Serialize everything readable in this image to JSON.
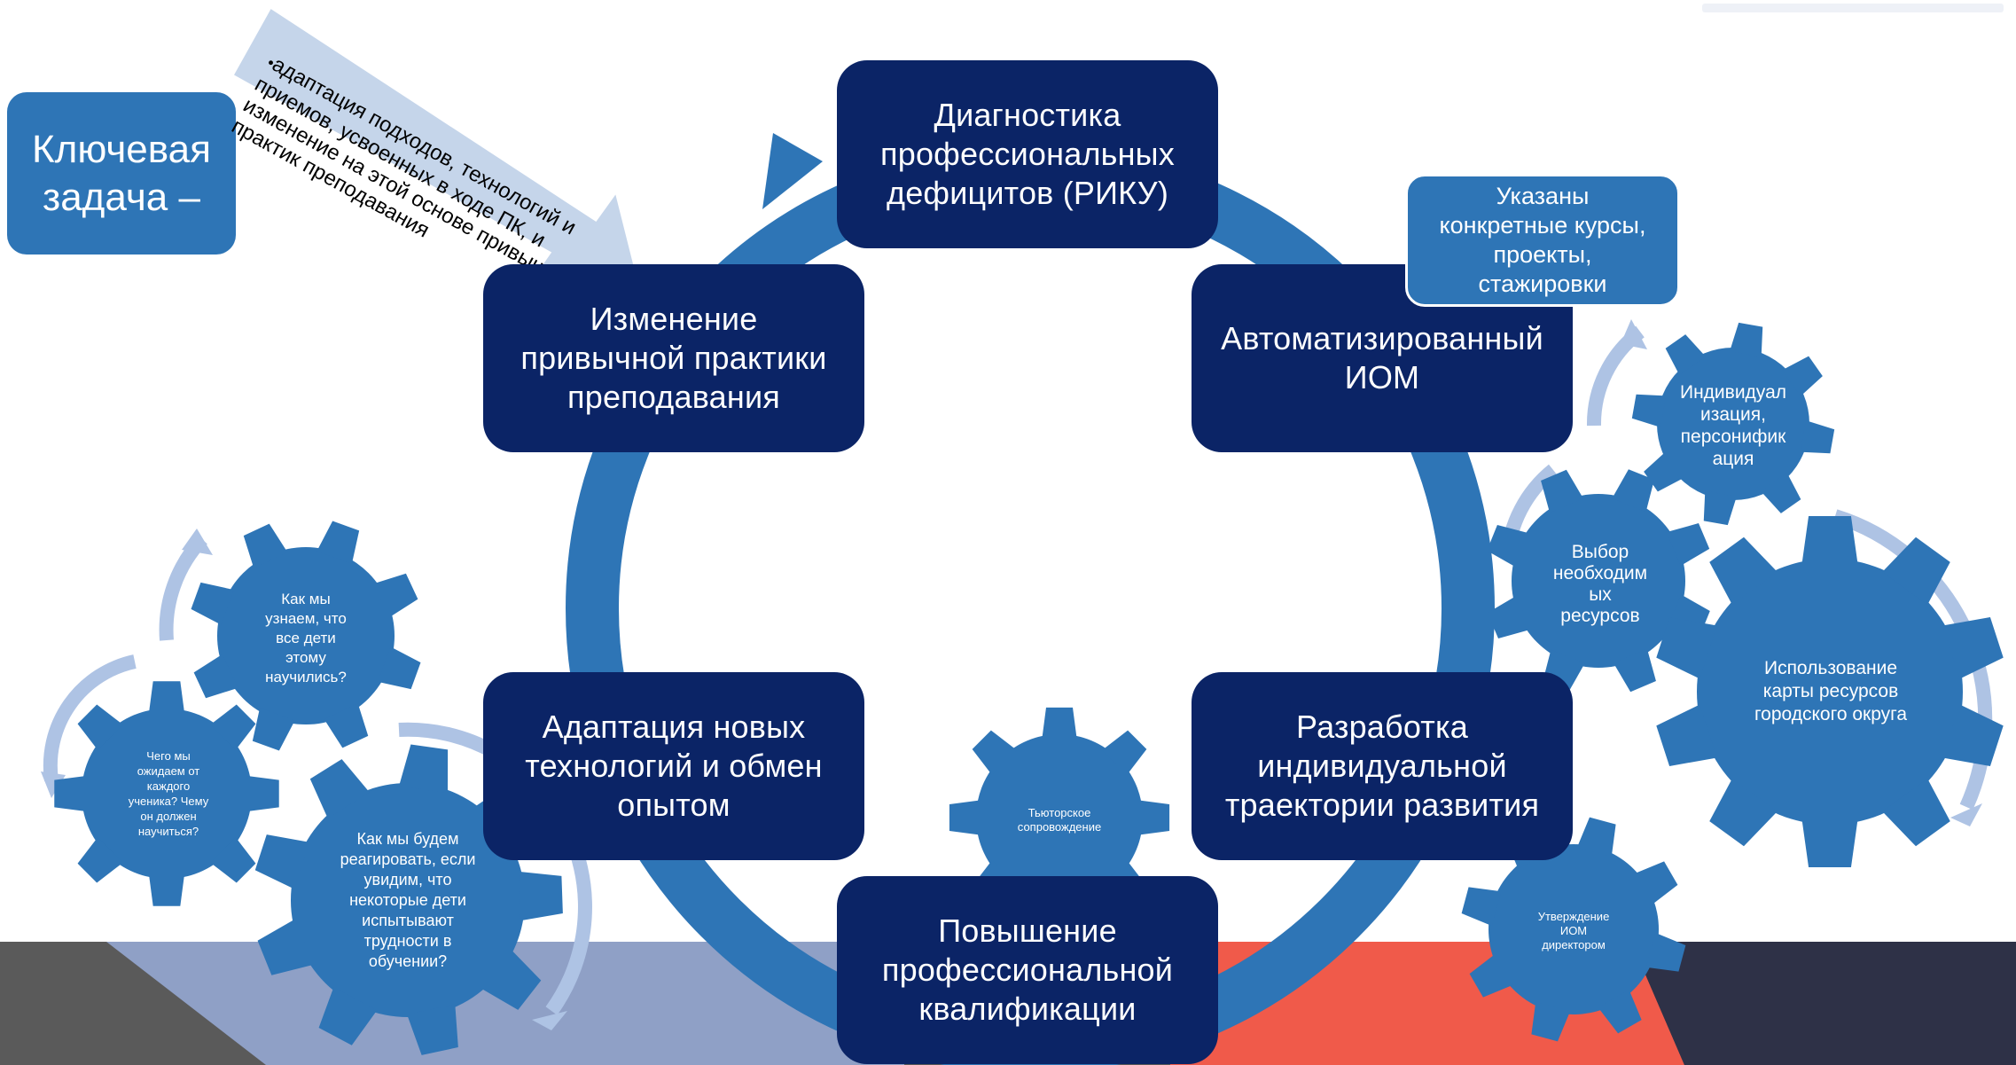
{
  "key_task": {
    "line1": "Ключевая",
    "line2": "задача –"
  },
  "callout": {
    "bullet": "•",
    "text": "адаптация подходов, технологий и приемов, усвоенных в ходе ПК, и изменение на этой основе привычных практик преподавания"
  },
  "cycle": {
    "diagnostics": {
      "line1": "Диагностика",
      "line2": "профессиональных",
      "line3": "дефицитов (РИКУ)"
    },
    "automated": {
      "line1": "Автоматизированный",
      "line2": "ИОМ"
    },
    "development": {
      "line1": "Разработка",
      "line2": "индивидуальной",
      "line3": "траектории развития"
    },
    "qualification": {
      "line1": "Повышение",
      "line2": "профессиональной",
      "line3": "квалификации"
    },
    "adaptation": {
      "line1": "Адаптация новых",
      "line2": "технологий и обмен",
      "line3": "опытом"
    },
    "change": {
      "line1": "Изменение",
      "line2": "привычной практики",
      "line3": "преподавания"
    }
  },
  "courses_box": {
    "line1": "Указаны",
    "line2": "конкретные курсы,",
    "line3": "проекты,",
    "line4": "стажировки"
  },
  "gears": {
    "individualization": {
      "line1": "Индивидуал",
      "line2": "изация,",
      "line3": "персонифик",
      "line4": "ация"
    },
    "choice": {
      "line1": "Выбор",
      "line2": "необходим",
      "line3": "ых",
      "line4": "ресурсов"
    },
    "resource_map": {
      "line1": "Использование",
      "line2": "карты ресурсов",
      "line3": "городского округа"
    },
    "approval": {
      "line1": "Утверждение",
      "line2": "ИОМ",
      "line3": "директором"
    },
    "tutor": {
      "line1": "Тьюторское",
      "line2": "сопровождение"
    },
    "how_know": {
      "line1": "Как мы",
      "line2": "узнаем, что",
      "line3": "все дети",
      "line4": "этому",
      "line5": "научились?"
    },
    "what_expect": {
      "line1": "Чего мы",
      "line2": "ожидаем от",
      "line3": "каждого",
      "line4": "ученика? Чему",
      "line5": "он должен",
      "line6": "научиться?"
    },
    "how_react": {
      "line1": "Как мы будем",
      "line2": "реагировать, если",
      "line3": "увидим, что",
      "line4": "некоторые дети",
      "line5": "испытывают",
      "line6": "трудности в",
      "line7": "обучении?"
    }
  },
  "colors": {
    "navy": "#0b2466",
    "blue": "#2e75b6",
    "light_blue": "#aec3e4",
    "callout_arrow": "#c5d5ea",
    "background_gray": "#5a5a5a",
    "background_blue": "#8fa0c6",
    "background_red": "#f05a4a",
    "background_dark": "#2e3147"
  }
}
